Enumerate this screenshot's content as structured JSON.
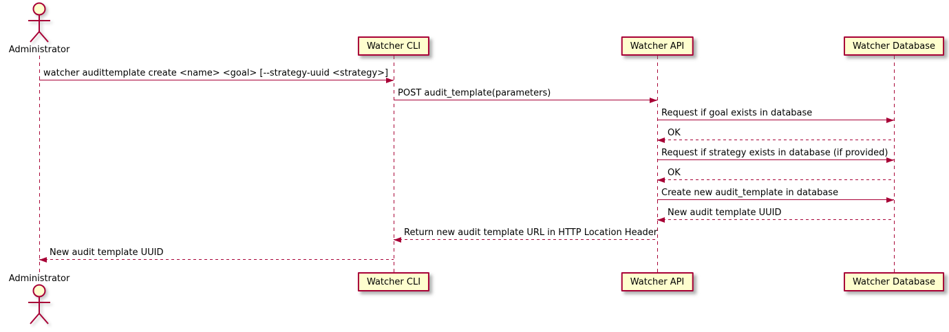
{
  "diagram": {
    "type": "sequence-diagram",
    "actor": {
      "name": "Administrator"
    },
    "participants": [
      {
        "label": "Watcher CLI"
      },
      {
        "label": "Watcher API"
      },
      {
        "label": "Watcher Database"
      }
    ],
    "messages": [
      {
        "from": "Administrator",
        "to": "Watcher CLI",
        "style": "solid",
        "text": "watcher audittemplate create <name> <goal> [--strategy-uuid <strategy>]"
      },
      {
        "from": "Watcher CLI",
        "to": "Watcher API",
        "style": "solid",
        "text": "POST audit_template(parameters)"
      },
      {
        "from": "Watcher API",
        "to": "Watcher Database",
        "style": "solid",
        "text": "Request if goal exists in database"
      },
      {
        "from": "Watcher Database",
        "to": "Watcher API",
        "style": "dashed",
        "text": "OK"
      },
      {
        "from": "Watcher API",
        "to": "Watcher Database",
        "style": "solid",
        "text": "Request if strategy exists in database (if provided)"
      },
      {
        "from": "Watcher Database",
        "to": "Watcher API",
        "style": "dashed",
        "text": "OK"
      },
      {
        "from": "Watcher API",
        "to": "Watcher Database",
        "style": "solid",
        "text": "Create new audit_template in database"
      },
      {
        "from": "Watcher Database",
        "to": "Watcher API",
        "style": "dashed",
        "text": "New audit template UUID"
      },
      {
        "from": "Watcher API",
        "to": "Watcher CLI",
        "style": "dashed",
        "text": "Return new audit template URL in HTTP Location Header"
      },
      {
        "from": "Watcher CLI",
        "to": "Administrator",
        "style": "dashed",
        "text": "New audit template UUID"
      }
    ],
    "colors": {
      "accent": "#A80036",
      "participant_fill": "#FEFECE",
      "text": "#000000",
      "background": "#FFFFFF"
    }
  }
}
